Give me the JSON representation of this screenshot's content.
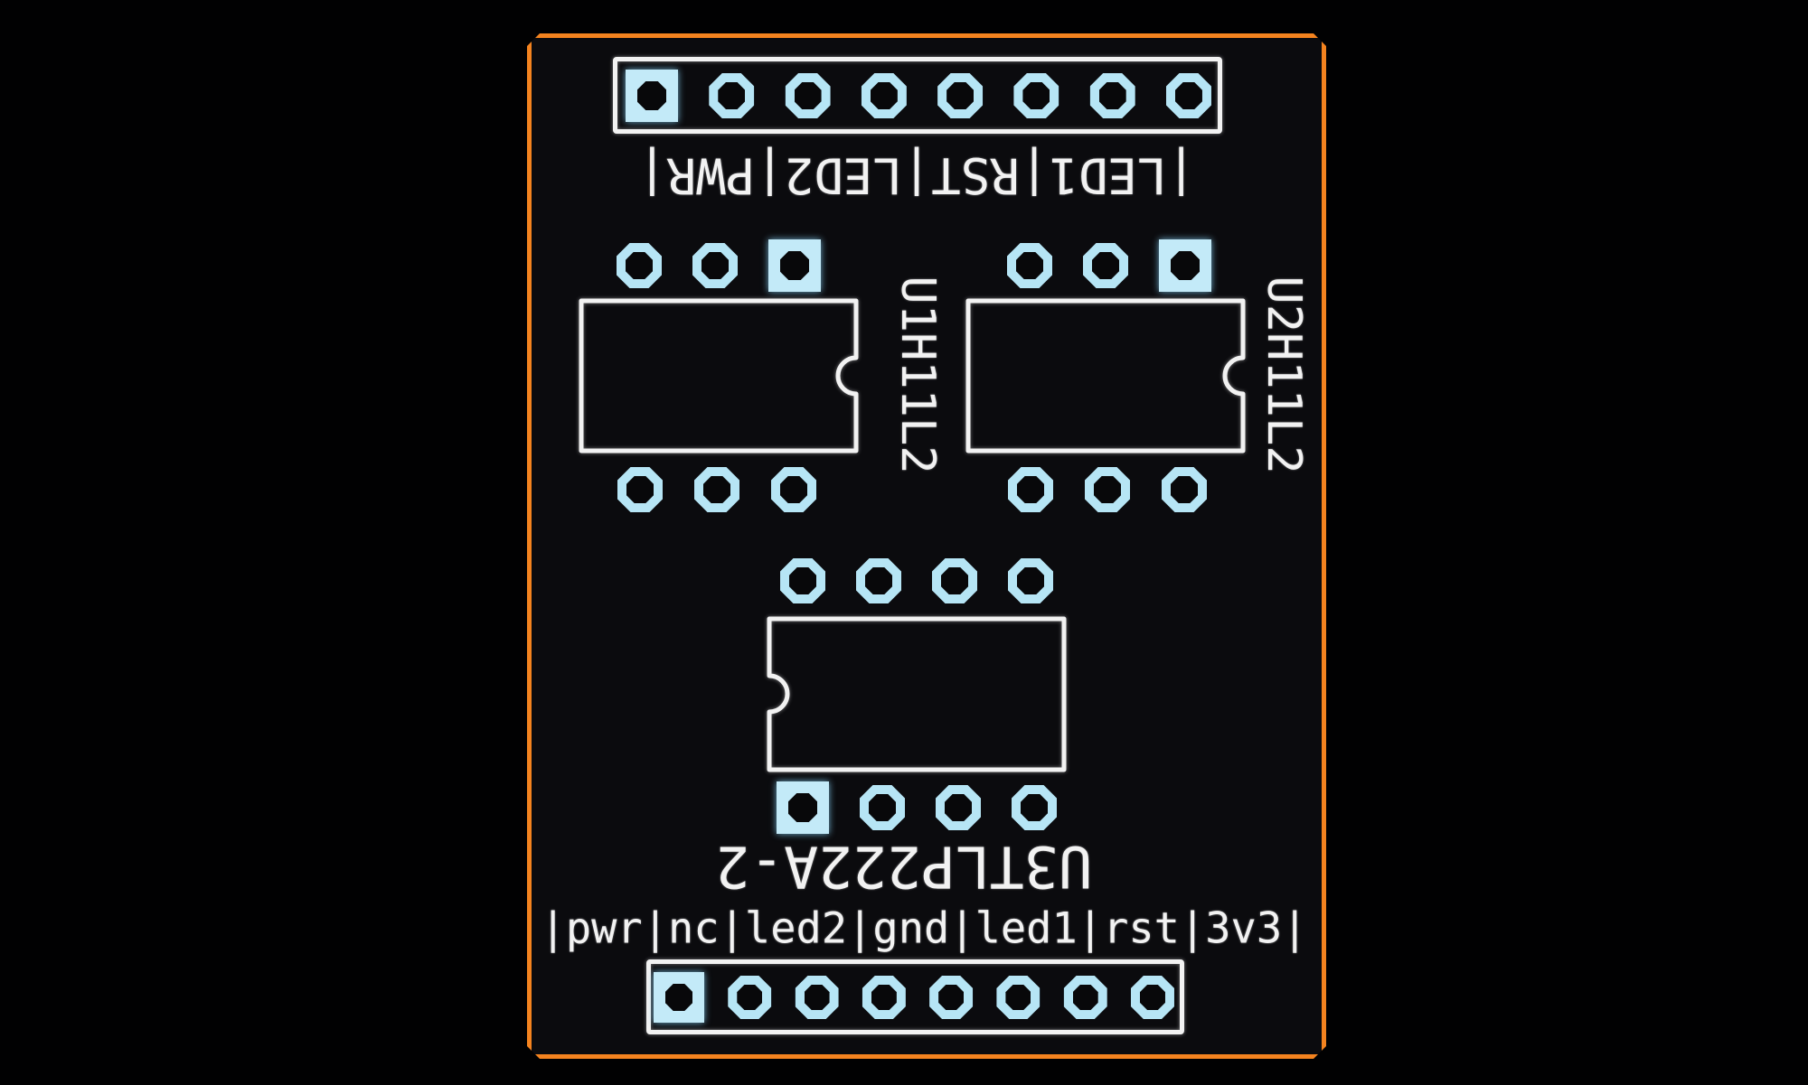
{
  "colors": {
    "board_outline": "#f4831f",
    "silkscreen": "#f2f2f2",
    "pad": "#b6e5f5",
    "background": "#010102"
  },
  "top_connector": {
    "pin_count": 8,
    "label": "|LED1|RST|LED2|PWR|"
  },
  "bottom_connector": {
    "pin_count": 8,
    "label": "|pwr|nc|led2|gnd|led1|rst|3v3|"
  },
  "components": {
    "u1": {
      "ref": "U1H11L2",
      "top_pin_count": 3,
      "bottom_pin_count": 3
    },
    "u2": {
      "ref": "U2H11L2",
      "top_pin_count": 3,
      "bottom_pin_count": 3
    },
    "u3": {
      "ref": "U3TLP222A-2",
      "top_pin_count": 4,
      "bottom_pin_count": 4
    }
  }
}
